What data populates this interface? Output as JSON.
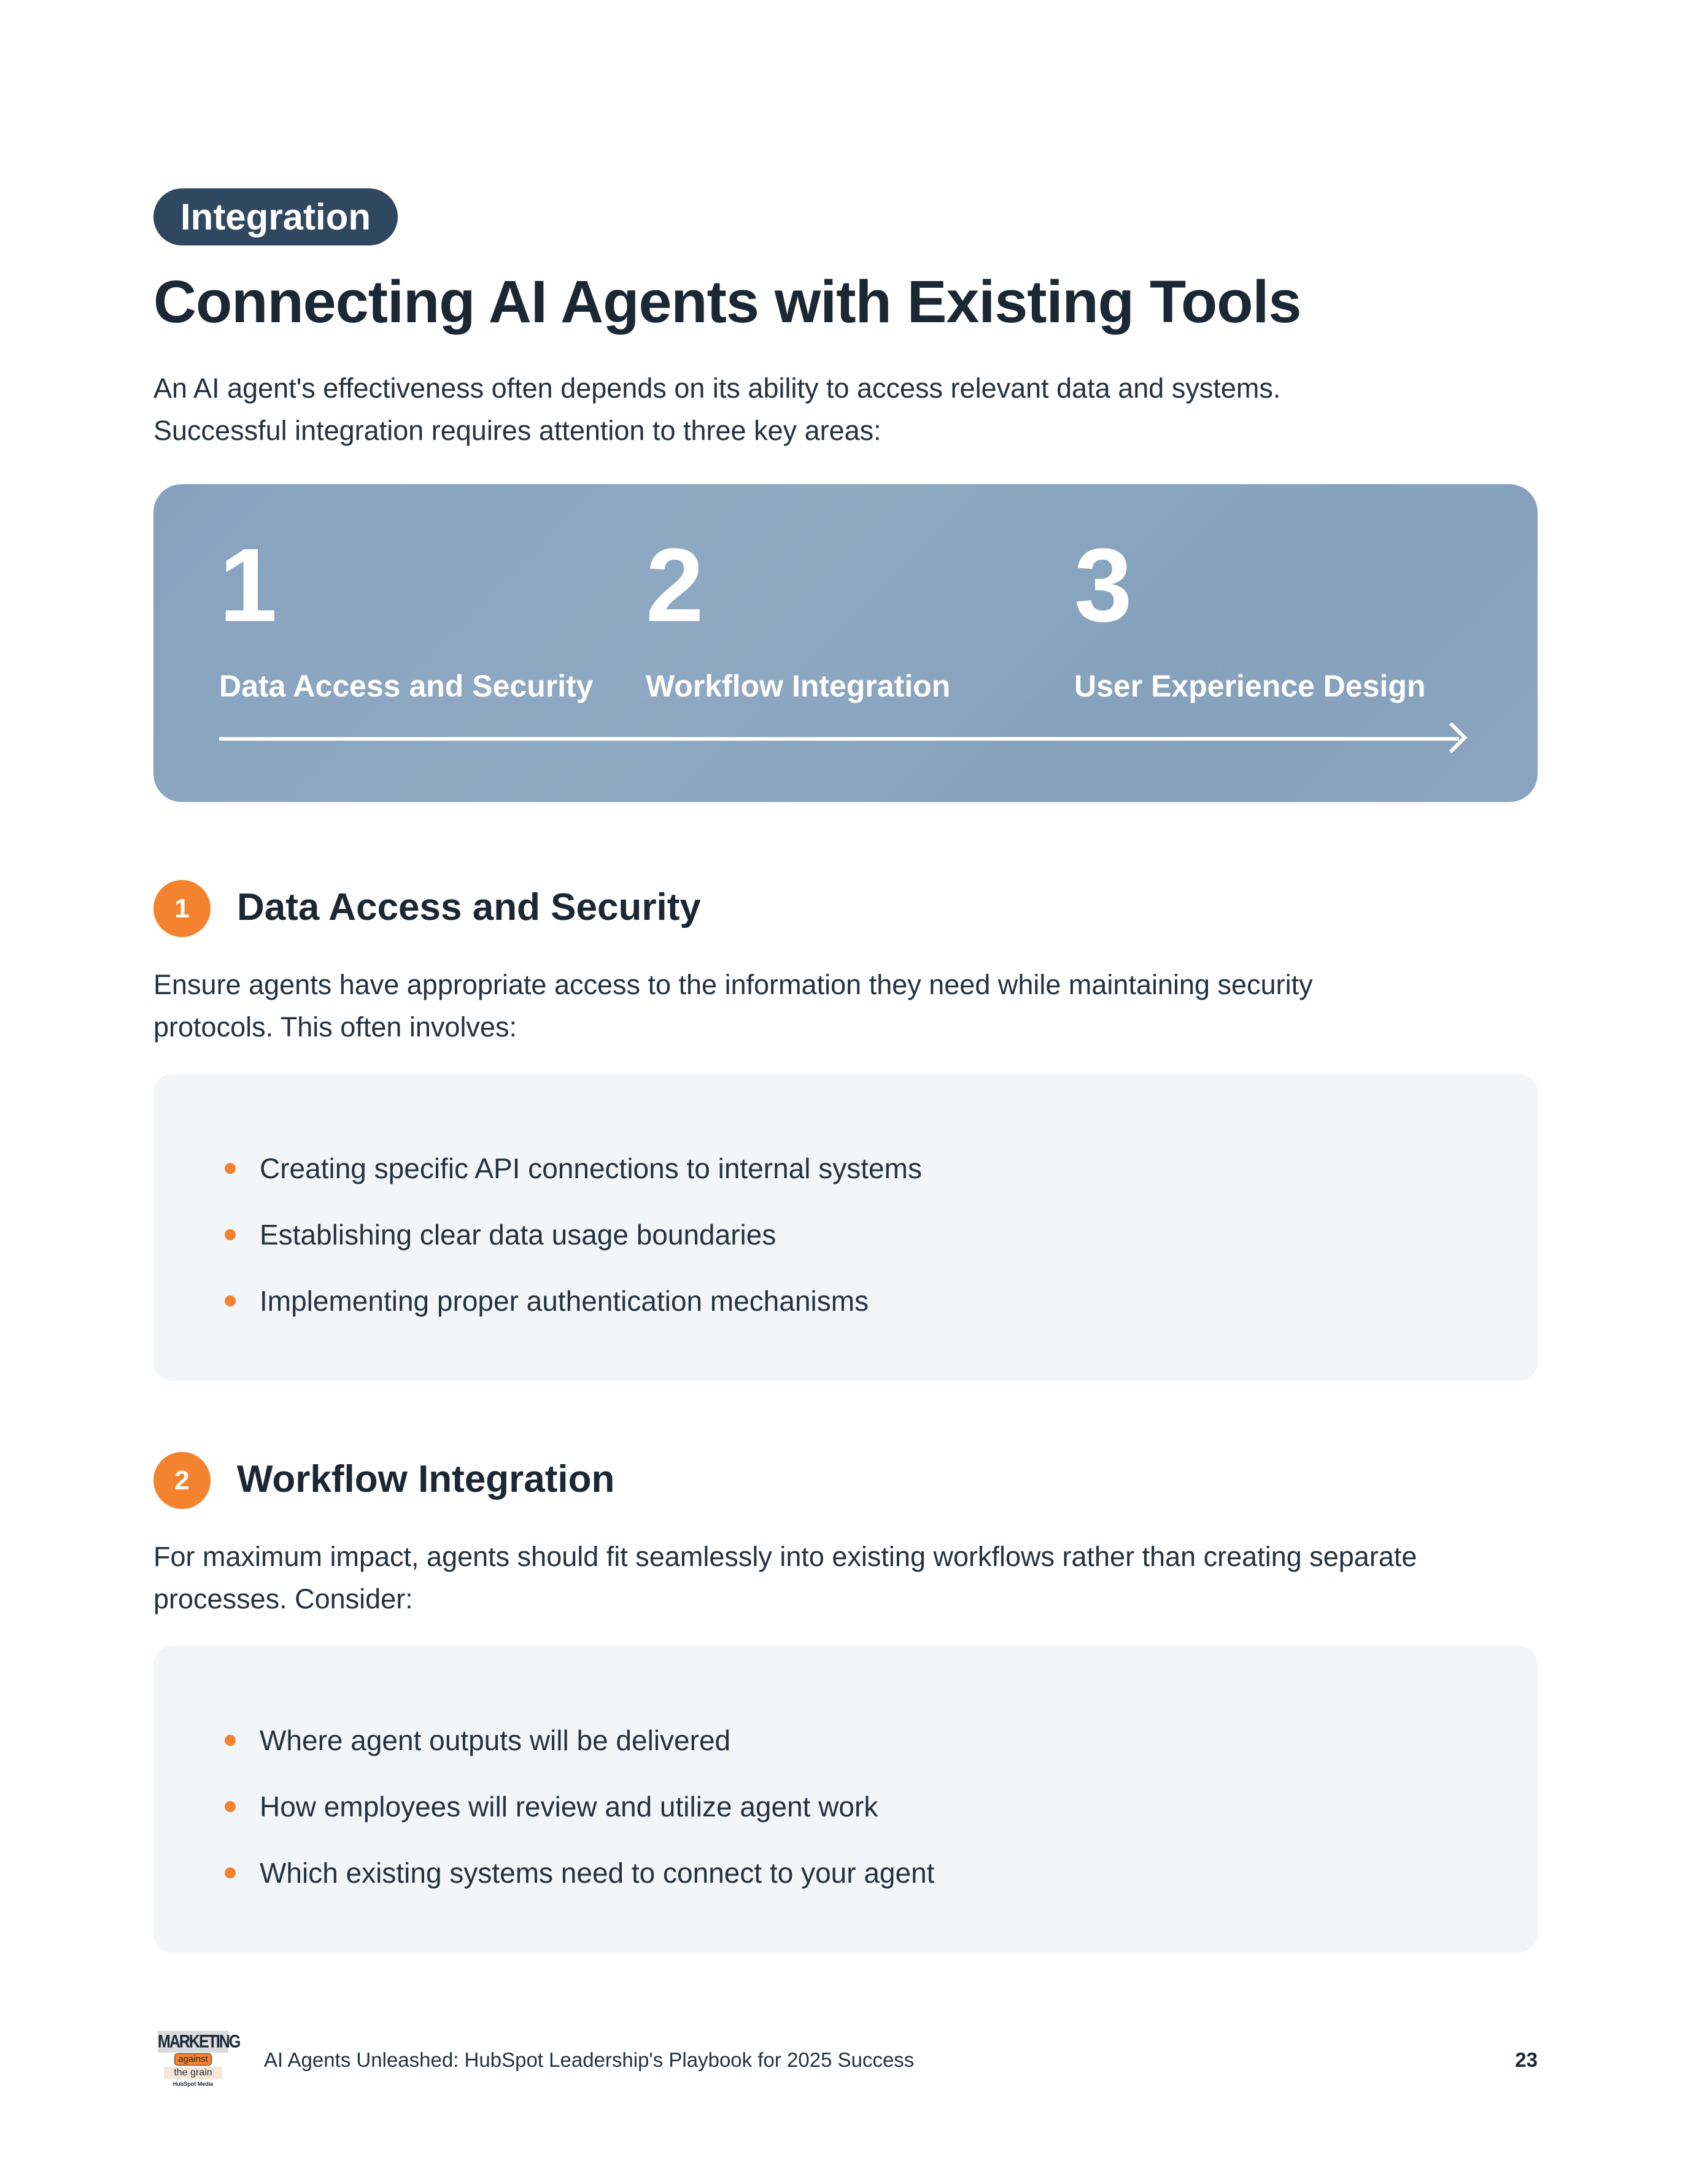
{
  "section_tag": "Integration",
  "title": "Connecting AI Agents with Existing Tools",
  "intro": [
    "An AI agent's effectiveness often depends on its ability to access relevant data and systems.",
    "Successful integration requires attention to three key areas:"
  ],
  "banner": {
    "steps": [
      {
        "num": "1",
        "label": "Data Access and Security"
      },
      {
        "num": "2",
        "label": "Workflow Integration"
      },
      {
        "num": "3",
        "label": "User Experience Design"
      }
    ]
  },
  "sections": [
    {
      "num": "1",
      "heading": "Data Access and Security",
      "text": [
        "Ensure agents have appropriate access to the information they need while maintaining security",
        "protocols. This often involves:"
      ],
      "bullets": [
        "Creating specific API connections to internal systems",
        "Establishing clear data usage boundaries",
        "Implementing proper authentication mechanisms"
      ]
    },
    {
      "num": "2",
      "heading": "Workflow Integration",
      "text": [
        "For maximum impact, agents should fit seamlessly into existing workflows rather than creating separate",
        "processes. Consider:"
      ],
      "bullets": [
        "Where agent outputs will be delivered",
        "How employees will review and utilize agent work",
        "Which existing systems need to connect to your agent"
      ]
    }
  ],
  "footer": {
    "logo": {
      "line1": "MARKETING",
      "line2": "against",
      "line3": "the grain",
      "line4": "HubSpot Media"
    },
    "doc_title": "AI Agents Unleashed: HubSpot Leadership's Playbook for 2025 Success",
    "page_number": "23"
  },
  "colors": {
    "accent": "#f5822f",
    "tag": "#2f4860",
    "banner": "#8aa4bf",
    "box": "#f3f6f9"
  }
}
